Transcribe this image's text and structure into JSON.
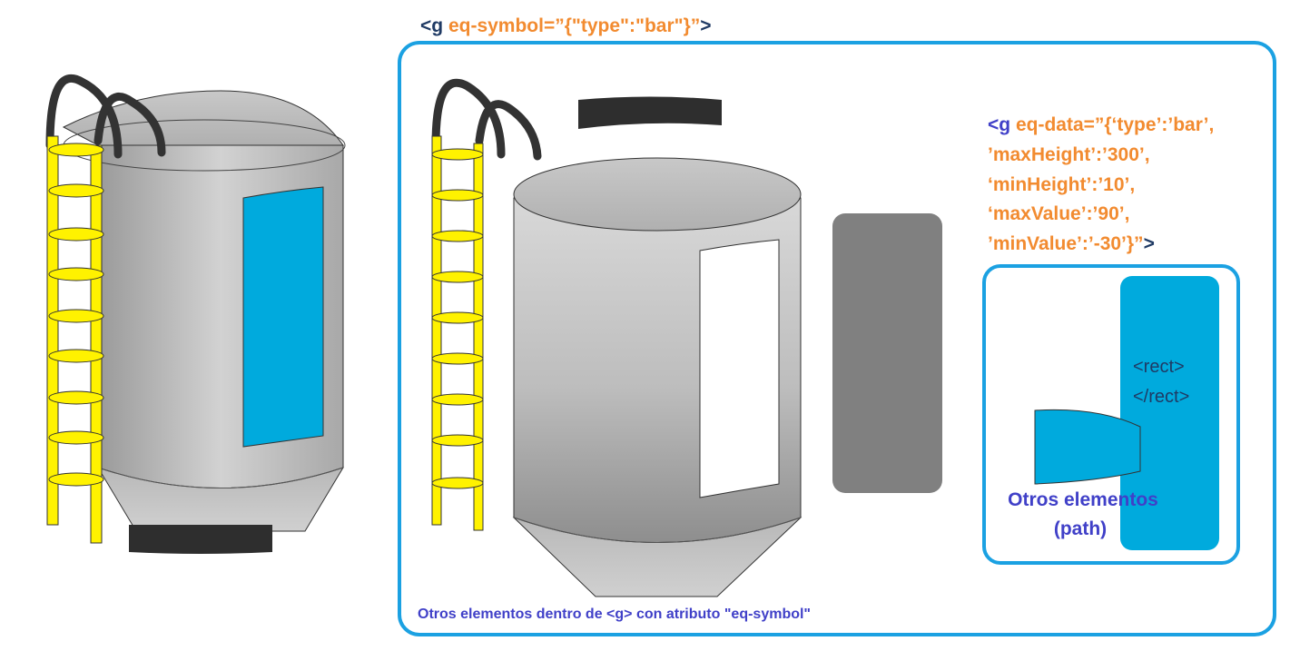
{
  "colors": {
    "accent_blue": "#00AADD",
    "frame_blue": "#1BA1E2",
    "code_dark": "#1F3A64",
    "code_orange": "#F28B30",
    "label_purple": "#4040C8",
    "ladder_yellow": "#FFF200",
    "ring_dark": "#2E2E2E",
    "tank_gray": "#BDBDBD",
    "bar_gray": "#808080"
  },
  "group_tag": {
    "open": "<g ",
    "attr": "eq-symbol=",
    "value": "”{\"type\":\"bar\"}”",
    "close": ">"
  },
  "data_tag": {
    "open": "<g ",
    "attr": "eq-data=”{‘type’:’bar’,",
    "lines": [
      "’maxHeight’:’300’,",
      "‘minHeight’:’10’,",
      "‘maxValue’:’90’,",
      "’minValue’:’-30’}”"
    ],
    "close": ">"
  },
  "rect_tag": {
    "line1": "<rect>",
    "line2": "</rect>"
  },
  "path_label": {
    "line1": "Otros elementos",
    "line2": "(path)"
  },
  "bottom_note": "Otros elementos dentro de <g> con atributo \"eq-symbol\""
}
